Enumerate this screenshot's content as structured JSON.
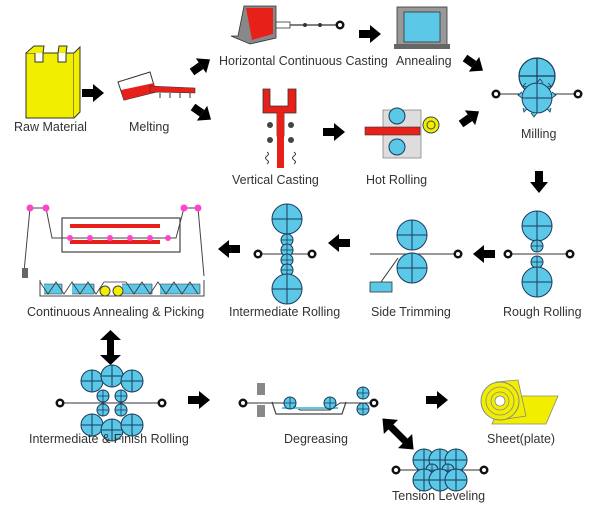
{
  "colors": {
    "roll_fill": "#5bc8e8",
    "roll_stroke": "#1a3a5a",
    "red": "#e8201a",
    "yellow": "#f2ee00",
    "arrow": "#000000",
    "label": "#333333"
  },
  "steps": {
    "raw_material": "Raw Material",
    "melting": "Melting",
    "horizontal_casting": "Horizontal Continuous Casting",
    "annealing": "Annealing",
    "vertical_casting": "Vertical Casting",
    "hot_rolling": "Hot Rolling",
    "milling": "Milling",
    "rough_rolling": "Rough Rolling",
    "side_trimming": "Side Trimming",
    "intermediate_rolling": "Intermediate Rolling",
    "continuous_annealing": "Continuous Annealing & Picking",
    "intermediate_finish": "Intermediate & Finish Rolling",
    "degreasing": "Degreasing",
    "sheet": "Sheet(plate)",
    "tension_leveling": "Tension Leveling"
  }
}
